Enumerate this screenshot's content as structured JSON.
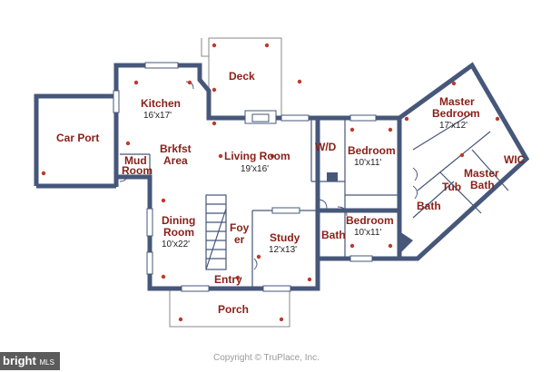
{
  "rooms": {
    "deck": {
      "name": "Deck"
    },
    "kitchen": {
      "name": "Kitchen",
      "dims": "16'x17'"
    },
    "car_port": {
      "name": "Car Port"
    },
    "brkfst_area": {
      "name_line1": "Brkfst",
      "name_line2": "Area"
    },
    "mud_room": {
      "name_line1": "Mud",
      "name_line2": "Room"
    },
    "living_room": {
      "name": "Living Room",
      "dims": "19'x16'"
    },
    "wd": {
      "name": "W/D"
    },
    "bedroom_upper": {
      "name": "Bedroom",
      "dims": "10'x11'"
    },
    "master_bedroom": {
      "name_line1": "Master",
      "name_line2": "Bedroom",
      "dims": "17'x12'"
    },
    "wic": {
      "name": "WIC"
    },
    "master_bath": {
      "name_line1": "Master",
      "name_line2": "Bath"
    },
    "tub": {
      "name": "Tub"
    },
    "bath_right": {
      "name": "Bath"
    },
    "bedroom_lower": {
      "name": "Bedroom",
      "dims": "10'x11'"
    },
    "bath_middle": {
      "name": "Bath"
    },
    "study": {
      "name": "Study",
      "dims": "12'x13'"
    },
    "foyer": {
      "name_line1": "Foy",
      "name_line2": "er"
    },
    "dining_room": {
      "name_line1": "Dining",
      "name_line2": "Room",
      "dims": "10'x22'"
    },
    "entry": {
      "name": "Entry"
    },
    "porch": {
      "name": "Porch"
    }
  },
  "copyright": "Copyright © TruPlace, Inc.",
  "watermark": {
    "brand": "bright",
    "suffix": "MLS"
  },
  "colors": {
    "wall": "#46577a",
    "label": "#8a1f17",
    "marker": "#c0392b"
  }
}
